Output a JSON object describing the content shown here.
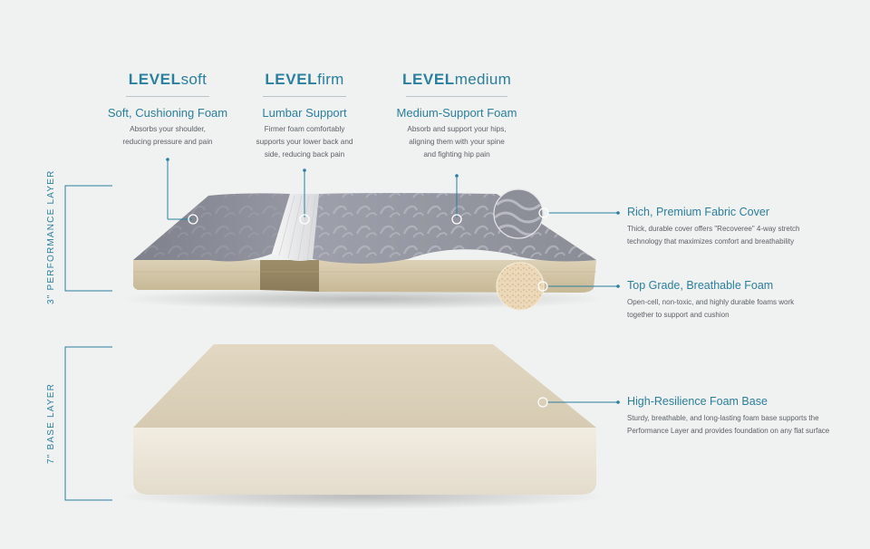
{
  "zones": [
    {
      "brand": "LEVEL",
      "level": "soft",
      "heading": "Soft, Cushioning Foam",
      "desc": [
        "Absorbs your shoulder,",
        "reducing pressure and pain"
      ]
    },
    {
      "brand": "LEVEL",
      "level": "firm",
      "heading": "Lumbar Support",
      "desc": [
        "Firmer foam comfortably",
        "supports your lower back and",
        "side, reducing back pain"
      ]
    },
    {
      "brand": "LEVEL",
      "level": "medium",
      "heading": "Medium-Support Foam",
      "desc": [
        "Absorb and support your hips,",
        "aligning them with your spine",
        "and fighting hip pain"
      ]
    }
  ],
  "layers": {
    "performance": "3\" PERFORMANCE LAYER",
    "base": "7\" BASE LAYER"
  },
  "callouts": [
    {
      "heading": "Rich, Premium Fabric Cover",
      "desc": [
        "Thick, durable cover offers \"Recoveree\" 4-way stretch",
        "technology that maximizes comfort and breathability"
      ]
    },
    {
      "heading": "Top Grade, Breathable Foam",
      "desc": [
        "Open-cell, non-toxic, and highly durable foams work",
        "together to support and cushion"
      ]
    },
    {
      "heading": "High-Resilience Foam Base",
      "desc": [
        "Sturdy, breathable, and long-lasting foam base supports the",
        "Performance Layer and provides foundation on any flat surface"
      ]
    }
  ],
  "colors": {
    "accent": "#2a7f9e",
    "background": "#f0f1f1",
    "fabric": "#8d8f99",
    "foam": "#e6dcc6"
  }
}
